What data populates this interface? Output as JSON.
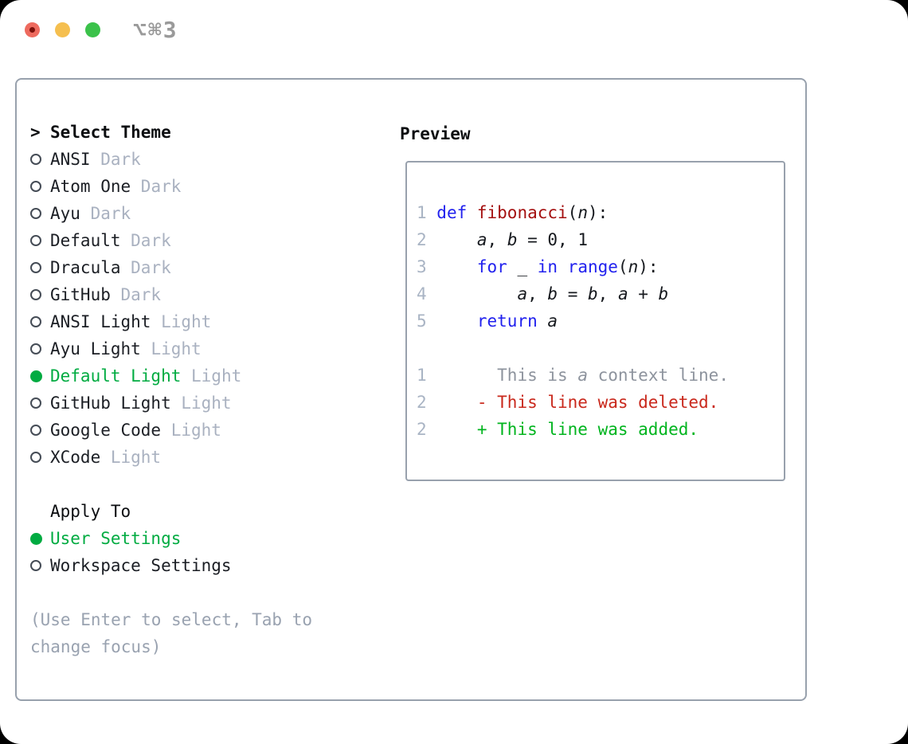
{
  "window": {
    "title": "⌥⌘3"
  },
  "theme_section": {
    "marker": ">",
    "header": "Select Theme",
    "items": [
      {
        "name": "ANSI",
        "variant": "Dark",
        "selected": false
      },
      {
        "name": "Atom One",
        "variant": "Dark",
        "selected": false
      },
      {
        "name": "Ayu",
        "variant": "Dark",
        "selected": false
      },
      {
        "name": "Default",
        "variant": "Dark",
        "selected": false
      },
      {
        "name": "Dracula",
        "variant": "Dark",
        "selected": false
      },
      {
        "name": "GitHub",
        "variant": "Dark",
        "selected": false
      },
      {
        "name": "ANSI Light",
        "variant": "Light",
        "selected": false
      },
      {
        "name": "Ayu Light",
        "variant": "Light",
        "selected": false
      },
      {
        "name": "Default Light",
        "variant": "Light",
        "selected": true
      },
      {
        "name": "GitHub Light",
        "variant": "Light",
        "selected": false
      },
      {
        "name": "Google Code",
        "variant": "Light",
        "selected": false
      },
      {
        "name": "XCode",
        "variant": "Light",
        "selected": false
      }
    ]
  },
  "apply_section": {
    "header": "Apply To",
    "items": [
      {
        "label": "User Settings",
        "selected": true
      },
      {
        "label": "Workspace Settings",
        "selected": false
      }
    ]
  },
  "help_text": "(Use Enter to select, Tab to change focus)",
  "preview": {
    "header": "Preview",
    "code_lines": [
      {
        "num": "1",
        "segments": [
          {
            "text": "def ",
            "style": "keyword"
          },
          {
            "text": "fibonacci",
            "style": "function"
          },
          {
            "text": "(",
            "style": "plain"
          },
          {
            "text": "n",
            "style": "variable"
          },
          {
            "text": "):",
            "style": "plain"
          }
        ]
      },
      {
        "num": "2",
        "segments": [
          {
            "text": "    ",
            "style": "plain"
          },
          {
            "text": "a",
            "style": "variable"
          },
          {
            "text": ", ",
            "style": "plain"
          },
          {
            "text": "b",
            "style": "variable"
          },
          {
            "text": " = 0, 1",
            "style": "plain"
          }
        ]
      },
      {
        "num": "3",
        "segments": [
          {
            "text": "    ",
            "style": "plain"
          },
          {
            "text": "for",
            "style": "keyword"
          },
          {
            "text": " _ ",
            "style": "plain"
          },
          {
            "text": "in",
            "style": "keyword"
          },
          {
            "text": " ",
            "style": "plain"
          },
          {
            "text": "range",
            "style": "keyword"
          },
          {
            "text": "(",
            "style": "plain"
          },
          {
            "text": "n",
            "style": "variable"
          },
          {
            "text": "):",
            "style": "plain"
          }
        ]
      },
      {
        "num": "4",
        "segments": [
          {
            "text": "        ",
            "style": "plain"
          },
          {
            "text": "a",
            "style": "variable"
          },
          {
            "text": ", ",
            "style": "plain"
          },
          {
            "text": "b",
            "style": "variable"
          },
          {
            "text": " = ",
            "style": "plain"
          },
          {
            "text": "b",
            "style": "variable"
          },
          {
            "text": ", ",
            "style": "plain"
          },
          {
            "text": "a",
            "style": "variable"
          },
          {
            "text": " + ",
            "style": "plain"
          },
          {
            "text": "b",
            "style": "variable"
          }
        ]
      },
      {
        "num": "5",
        "segments": [
          {
            "text": "    ",
            "style": "plain"
          },
          {
            "text": "return",
            "style": "keyword"
          },
          {
            "text": " ",
            "style": "plain"
          },
          {
            "text": "a",
            "style": "variable"
          }
        ]
      }
    ],
    "diff_lines": [
      {
        "num": "1",
        "segments": [
          {
            "text": "      This is ",
            "style": "context"
          },
          {
            "text": "a",
            "style": "context-var"
          },
          {
            "text": " context line.",
            "style": "context"
          }
        ]
      },
      {
        "num": "2",
        "segments": [
          {
            "text": "    - This line was deleted.",
            "style": "deleted"
          }
        ]
      },
      {
        "num": "2",
        "segments": [
          {
            "text": "    + This line was added.",
            "style": "added"
          }
        ]
      }
    ]
  },
  "colors": {
    "selection_green": "#00ab41",
    "added_green": "#00b41e",
    "deleted_red": "#c9281c",
    "keyword_blue": "#2121ee",
    "function_red": "#a40f0f",
    "muted_gray": "#a9b1c0",
    "context_gray": "#8d939d",
    "line_number_gray": "#a9b4c4",
    "panel_border_gray": "#98a1ad",
    "help_gray": "#99a2b0",
    "traffic_red": "#ee6a5e",
    "traffic_yellow": "#f5bf4f",
    "traffic_green": "#3bc24a"
  }
}
